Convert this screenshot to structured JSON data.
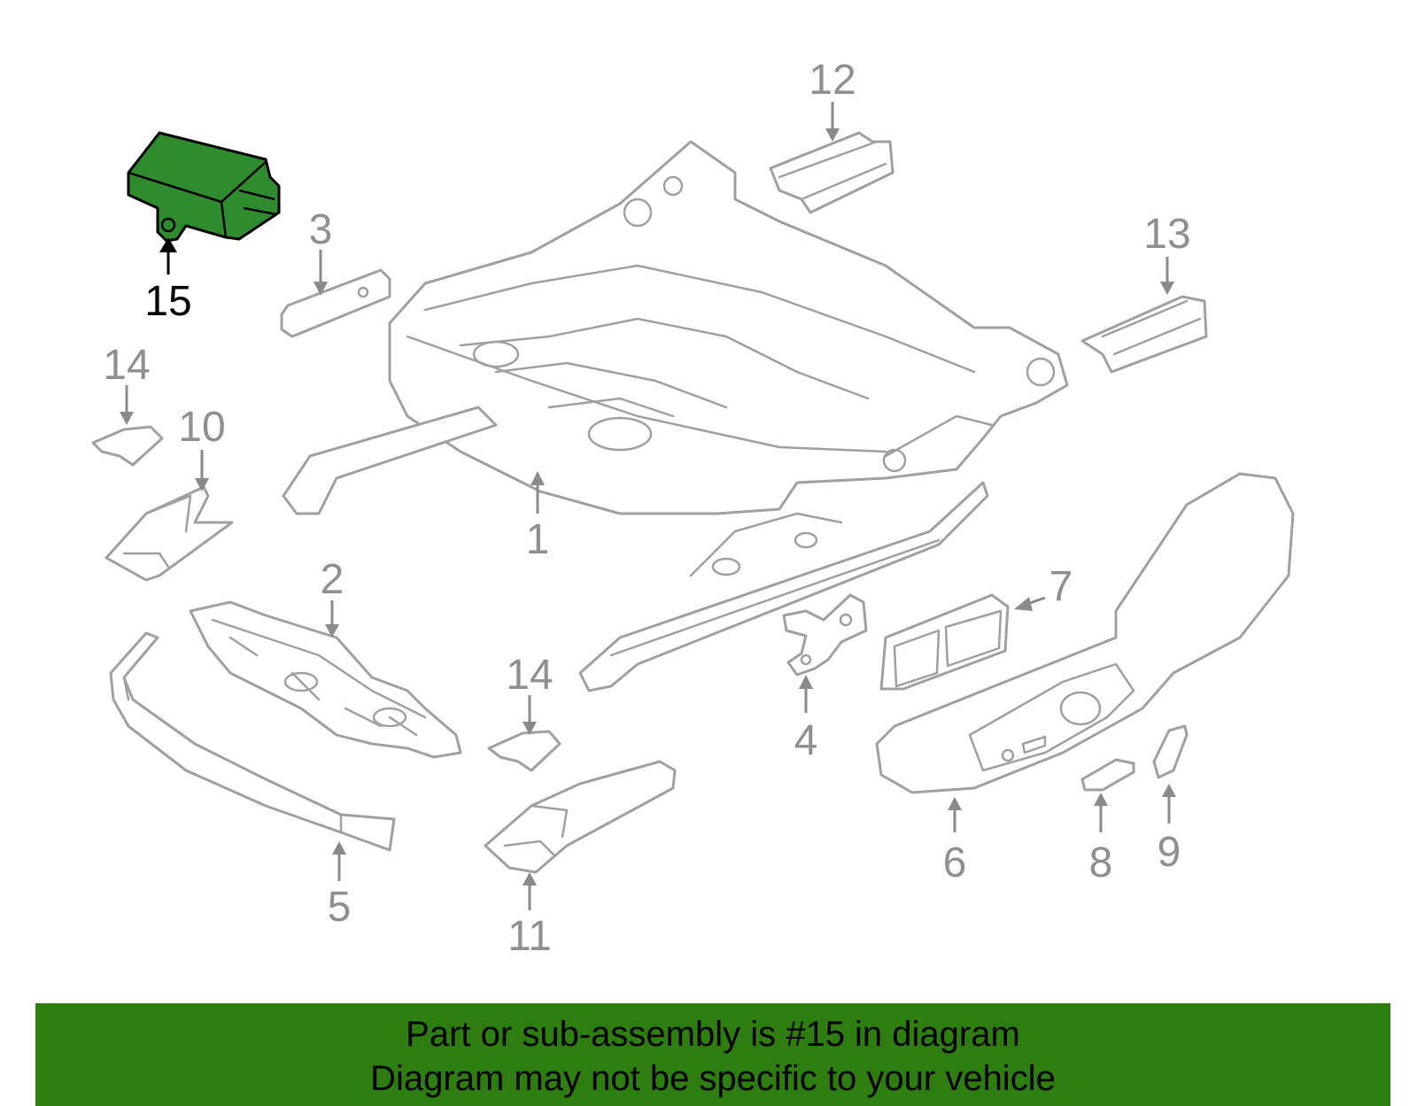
{
  "diagram": {
    "callouts": [
      {
        "id": "1",
        "label": "1"
      },
      {
        "id": "2",
        "label": "2"
      },
      {
        "id": "3",
        "label": "3"
      },
      {
        "id": "4",
        "label": "4"
      },
      {
        "id": "5",
        "label": "5"
      },
      {
        "id": "6",
        "label": "6"
      },
      {
        "id": "7",
        "label": "7"
      },
      {
        "id": "8",
        "label": "8"
      },
      {
        "id": "9",
        "label": "9"
      },
      {
        "id": "10",
        "label": "10"
      },
      {
        "id": "11",
        "label": "11"
      },
      {
        "id": "12",
        "label": "12"
      },
      {
        "id": "13",
        "label": "13"
      },
      {
        "id": "14a",
        "label": "14"
      },
      {
        "id": "14b",
        "label": "14"
      },
      {
        "id": "15",
        "label": "15"
      }
    ],
    "highlighted_part": "15",
    "highlight_color": "#2e8b2e",
    "line_color": "#a0a0a0"
  },
  "banner": {
    "line1": "Part or sub-assembly is #15 in diagram",
    "line2": "Diagram may not be specific to your vehicle",
    "background": "#2e7d10"
  }
}
